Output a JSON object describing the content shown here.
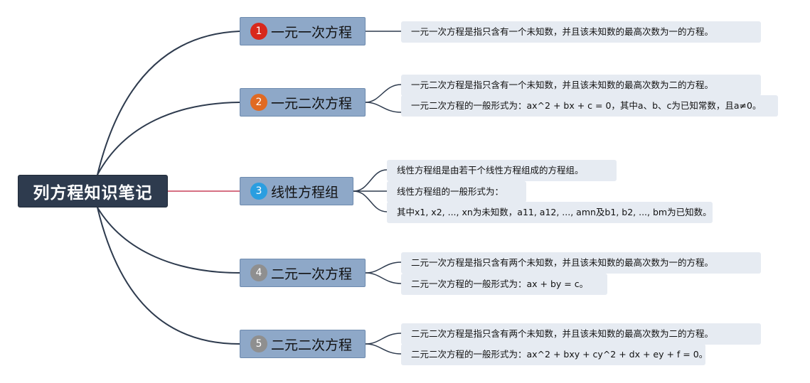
{
  "central_topic": "列方程知识笔记",
  "colors": {
    "central_bg": "#2e3b4e",
    "topic_bg": "#8ea8c8",
    "note_bg": "#e6ebf2",
    "line": "#2e3b4e",
    "badges": [
      "#d8281c",
      "#e06a23",
      "#2a9ee0",
      "#8f8f8f",
      "#8f8f8f"
    ]
  },
  "branches": [
    {
      "number": "1",
      "label": "一元一次方程",
      "notes": [
        "一元一次方程是指只含有一个未知数，并且该未知数的最高次数为一的方程。"
      ]
    },
    {
      "number": "2",
      "label": "一元二次方程",
      "notes": [
        "一元二次方程是指只含有一个未知数，并且该未知数的最高次数为二的方程。",
        "一元二次方程的一般形式为：ax^2 + bx + c = 0，其中a、b、c为已知常数，且a≠0。"
      ]
    },
    {
      "number": "3",
      "label": "线性方程组",
      "notes": [
        "线性方程组是由若干个线性方程组成的方程组。",
        "线性方程组的一般形式为：",
        "其中x1, x2, ..., xn为未知数，a11, a12, ..., amn及b1, b2, ..., bm为已知数。"
      ]
    },
    {
      "number": "4",
      "label": "二元一次方程",
      "notes": [
        "二元一次方程是指只含有两个未知数，并且该未知数的最高次数为一的方程。",
        "二元一次方程的一般形式为：ax + by = c。"
      ]
    },
    {
      "number": "5",
      "label": "二元二次方程",
      "notes": [
        "二元二次方程是指只含有两个未知数，并且该未知数的最高次数为二的方程。",
        "二元二次方程的一般形式为：ax^2 + bxy + cy^2 + dx + ey + f = 0。"
      ]
    }
  ]
}
